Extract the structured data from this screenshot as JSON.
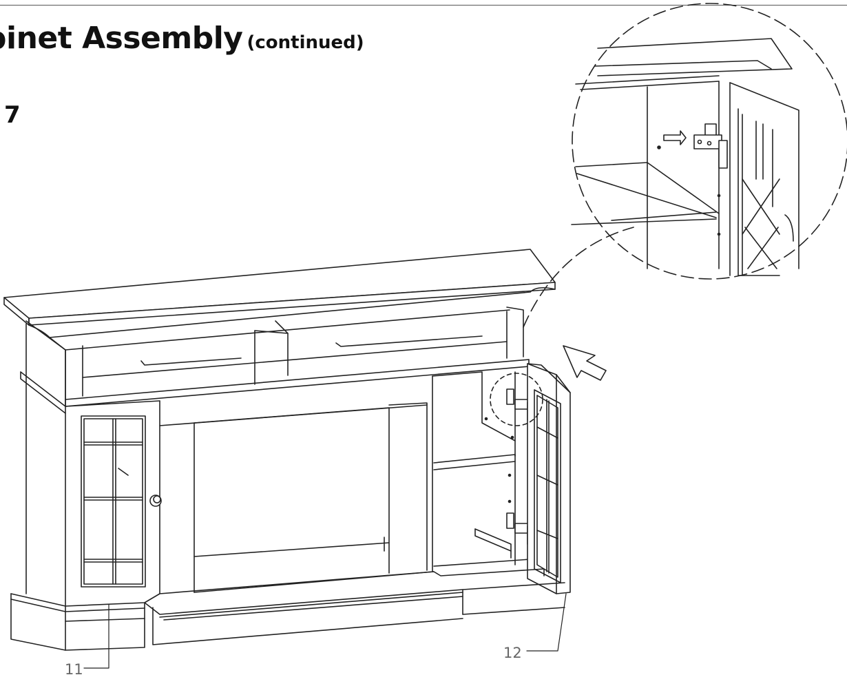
{
  "page": {
    "title_main": "binet Assembly",
    "title_sub": "(continued)",
    "step_number": "7"
  },
  "callouts": {
    "part_11": "11",
    "part_12": "12"
  },
  "illustration": {
    "subject": "cabinet door attachment",
    "icons": [
      "cabinet-drawing",
      "hinge-detail-icon",
      "direction-arrow-icon"
    ],
    "line_color": "#222222"
  }
}
